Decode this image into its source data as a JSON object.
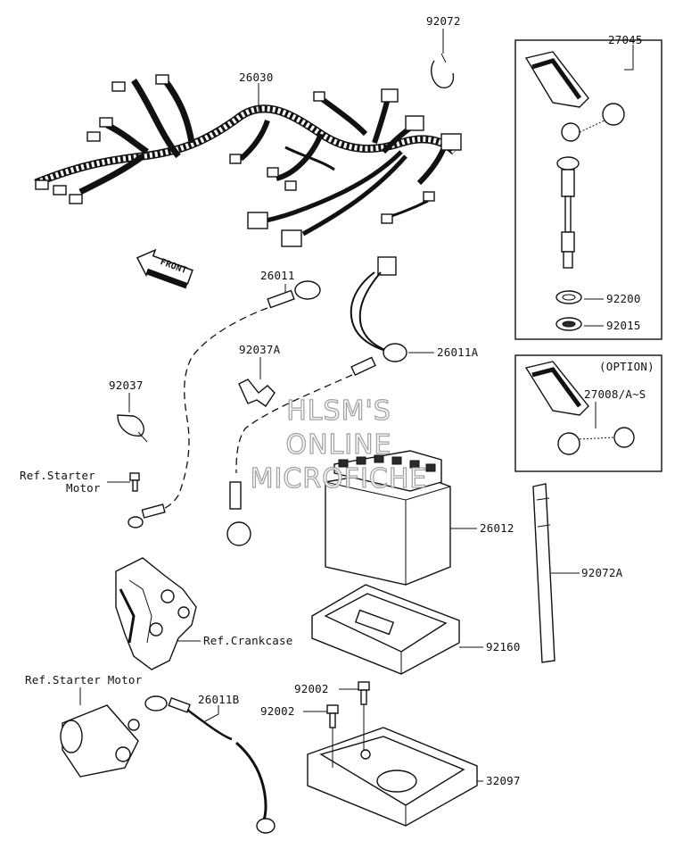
{
  "watermark": {
    "line1": "HLSM'S",
    "line2": "ONLINE",
    "line3": "MICROFICHE"
  },
  "front_arrow": "FRONT",
  "labels": {
    "p92072": "92072",
    "p27045": "27045",
    "p26030": "26030",
    "p26011": "26011",
    "p92200": "92200",
    "p92015": "92015",
    "p92037A": "92037A",
    "p26011A": "26011A",
    "p92037": "92037",
    "option": "(OPTION)",
    "p27008": "27008/A~S",
    "ref_starter_1": "Ref.Starter",
    "ref_starter_2": "Motor",
    "p26012": "26012",
    "p92072A": "92072A",
    "ref_crankcase": "Ref.Crankcase",
    "p92160": "92160",
    "ref_starter_motor": "Ref.Starter Motor",
    "p26011B": "26011B",
    "p92002a": "92002",
    "p92002b": "92002",
    "p32097": "32097"
  }
}
